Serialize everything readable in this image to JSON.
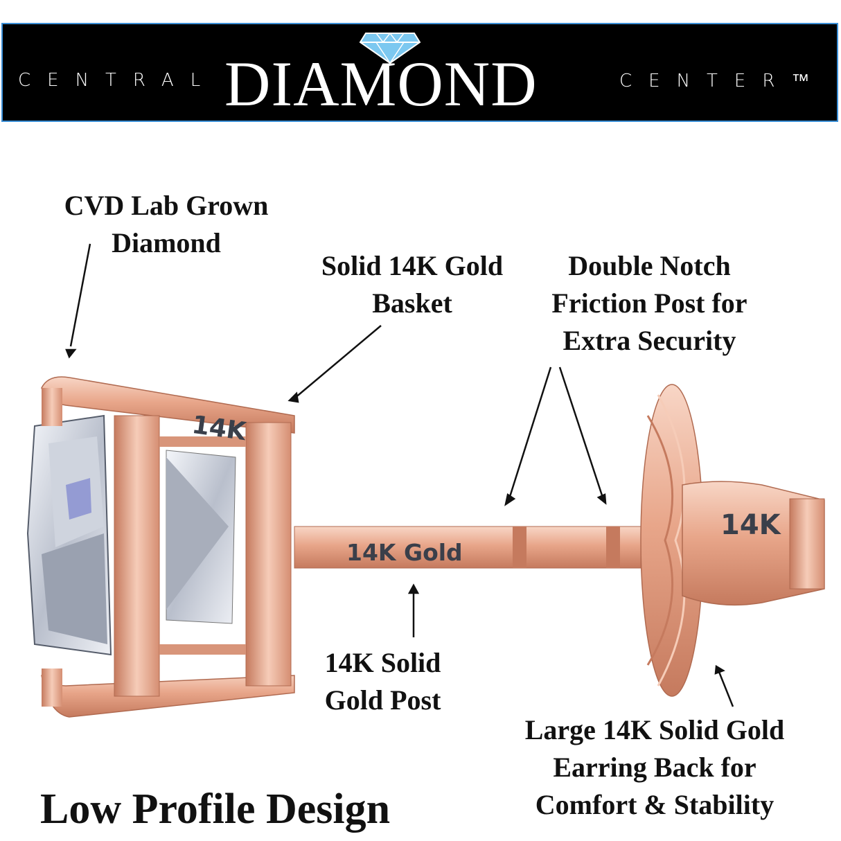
{
  "brand": {
    "left_word": "CENTRAL",
    "main_word": "DIAMOND",
    "right_word": "CENTER™",
    "border_color": "#3b8fd6",
    "gem_color": "#7cc8f0"
  },
  "labels": {
    "diamond": "CVD Lab Grown\nDiamond",
    "basket": "Solid 14K Gold\nBasket",
    "post_notch": "Double Notch\nFriction Post for\nExtra Security",
    "post": "14K Solid\nGold Post",
    "back": "Large 14K Solid Gold\nEarring Back for\nComfort & Stability"
  },
  "stamps": {
    "basket": "14K",
    "post": "14K Gold",
    "back": "14K"
  },
  "headline": "Low Profile Design",
  "colors": {
    "rose_gold": "#e8a68a",
    "rose_gold_dark": "#c57a5e",
    "rose_gold_light": "#f6ccb8",
    "diamond": "#d9dde6"
  }
}
